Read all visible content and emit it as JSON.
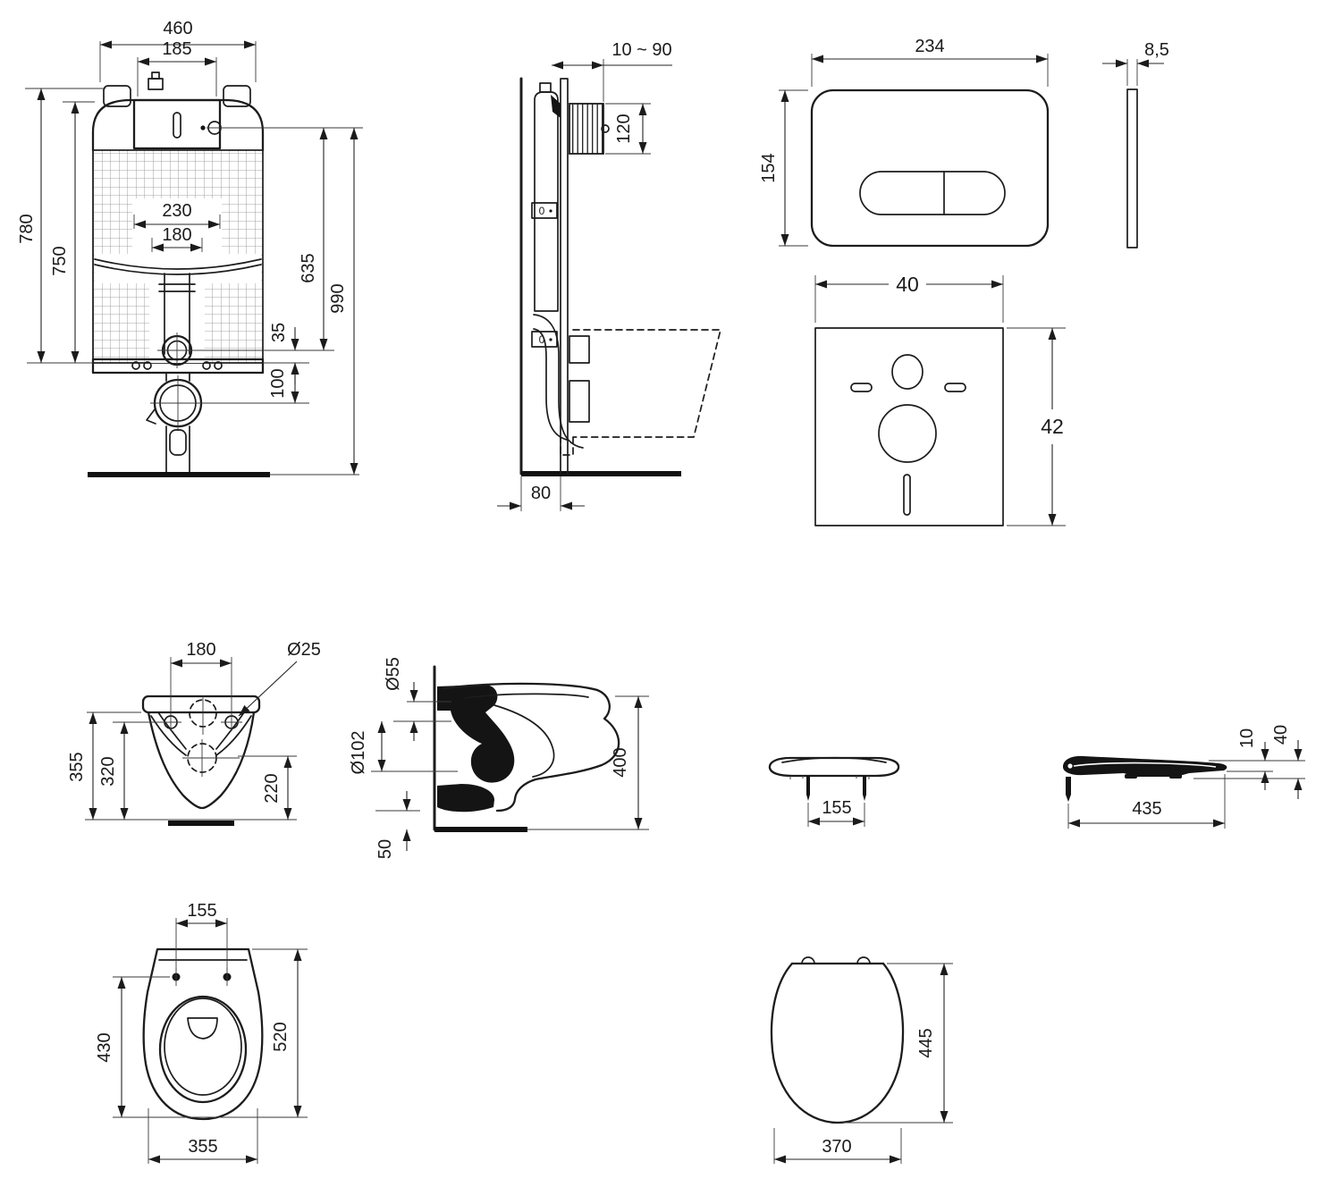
{
  "drawing": {
    "views": {
      "cistern_front": {
        "dims": {
          "overall_width": "460",
          "tank_width": "185",
          "opening_width": "230",
          "inner_width": "180",
          "height_outer": "780",
          "height_inner": "750",
          "valve_to_outlet": "635",
          "total_height": "990",
          "outlet_offset": "35",
          "drain_offset": "100"
        }
      },
      "cistern_side": {
        "dims": {
          "depth_range": "10 ~ 90",
          "inspection_height": "120",
          "frame_depth": "80"
        },
        "markers": {
          "upper": "0",
          "lower": "0"
        }
      },
      "flush_plate_front": {
        "dims": {
          "width": "234",
          "height": "154"
        }
      },
      "flush_plate_side": {
        "dims": {
          "thickness": "8,5"
        }
      },
      "sound_mat": {
        "dims": {
          "width": "40",
          "height": "42"
        }
      },
      "bowl_front": {
        "dims": {
          "bolt_spacing": "180",
          "bolt_diameter": "Ø25",
          "height_overall": "355",
          "height_bolts": "320",
          "height_outlet": "220"
        }
      },
      "bowl_side": {
        "dims": {
          "inlet_diameter": "Ø55",
          "outlet_diameter": "Ø102",
          "height": "400",
          "bottom_clearance": "50"
        }
      },
      "seat_rear": {
        "dims": {
          "hinge_pin_spacing": "155"
        }
      },
      "seat_side": {
        "dims": {
          "lid_thickness": "10",
          "height": "40",
          "length": "435"
        }
      },
      "bowl_top": {
        "dims": {
          "seat_hole_spacing": "155",
          "bowl_length": "430",
          "total_length": "520",
          "width": "355"
        }
      },
      "seat_top": {
        "dims": {
          "length": "445",
          "width": "370"
        }
      }
    }
  }
}
